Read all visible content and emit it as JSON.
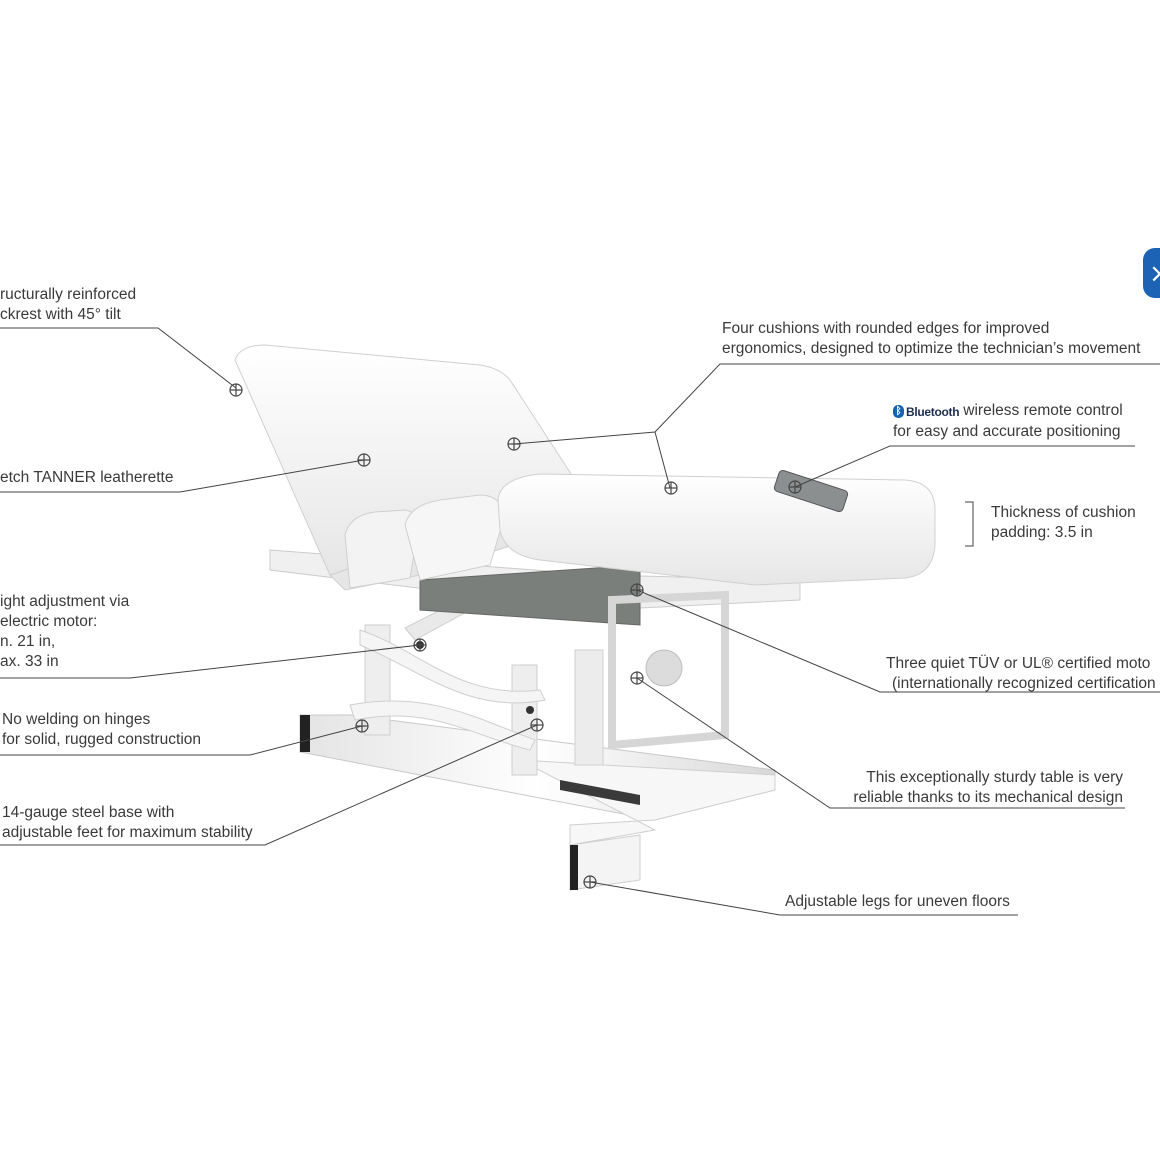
{
  "image": {
    "background": "#ffffff",
    "table_color": "#f2f2f2",
    "leader_line_color": "#444444",
    "edge_badge_color": "#1c63b6"
  },
  "callouts": {
    "backrest": [
      "ructurally reinforced",
      "ckrest with 45° tilt"
    ],
    "leatherette": [
      "etch TANNER leatherette"
    ],
    "height": [
      "ight adjustment via",
      " electric motor:",
      "n. 21 in,",
      "ax. 33 in"
    ],
    "hinges": [
      "No welding on hinges",
      "for solid, rugged construction"
    ],
    "base": [
      "14-gauge steel base with",
      "adjustable feet for maximum stability"
    ],
    "cushions": [
      "Four cushions with rounded edges for improved",
      "ergonomics, designed to optimize the technician’s movement"
    ],
    "remote": {
      "logo_text": "Bluetooth",
      "lines": [
        "wireless remote control",
        "for easy and accurate positioning"
      ]
    },
    "thickness": [
      "Thickness of cushion",
      "padding: 3.5 in"
    ],
    "motors": [
      "Three quiet TÜV or UL® certified moto",
      "(internationally recognized certification"
    ],
    "sturdy": [
      "This exceptionally sturdy table is very",
      "reliable thanks to its mechanical design"
    ],
    "legs": [
      "Adjustable legs for uneven floors"
    ]
  }
}
